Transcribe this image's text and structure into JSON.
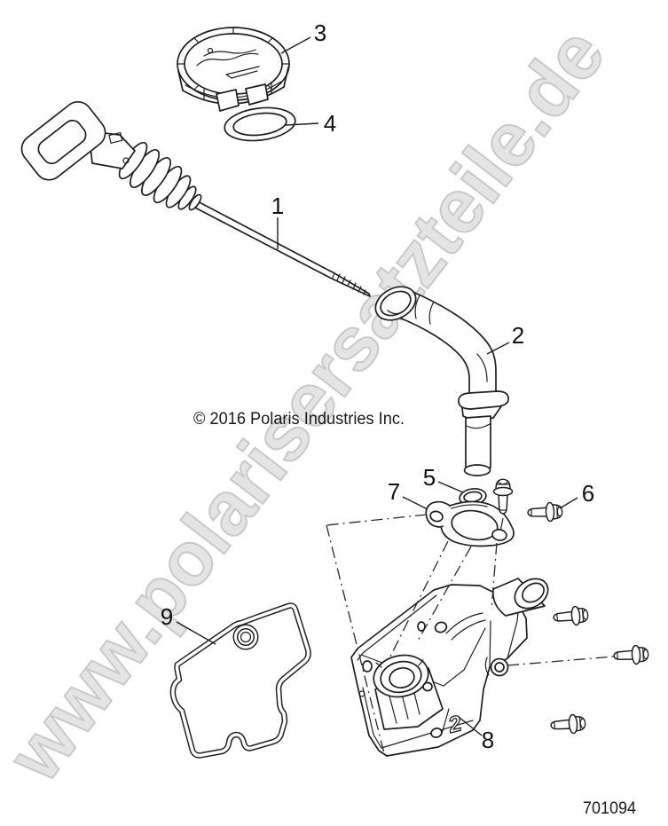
{
  "diagram": {
    "watermark": "www.polarisersatzteile.de",
    "copyright": "© 2016 Polaris Industries Inc.",
    "part_number": "701094",
    "cover_molded_marking": "2",
    "callouts": [
      {
        "label": "1"
      },
      {
        "label": "2"
      },
      {
        "label": "3"
      },
      {
        "label": "4"
      },
      {
        "label": "5"
      },
      {
        "label": "6"
      },
      {
        "label": "7"
      },
      {
        "label": "8"
      },
      {
        "label": "9"
      }
    ],
    "colors": {
      "line": "#1f1f1f",
      "label_text": "#111111",
      "watermark_fill": "#e4e4e4",
      "watermark_outline": "#c9c9c9",
      "background": "#ffffff"
    }
  }
}
